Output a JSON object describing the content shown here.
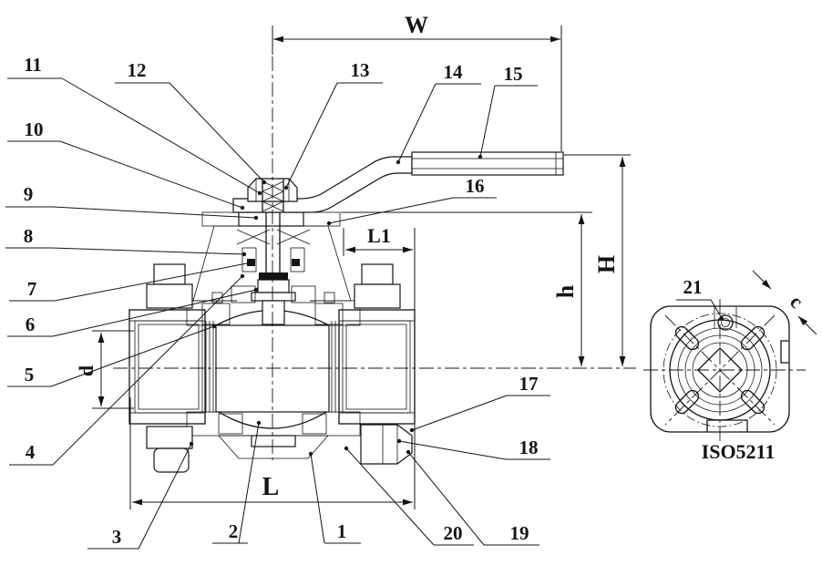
{
  "drawing": {
    "type": "ball-valve-cross-section-technical-drawing",
    "colors": {
      "line": "#141414",
      "background": "#ffffff"
    },
    "callouts": [
      "1",
      "2",
      "3",
      "4",
      "5",
      "6",
      "7",
      "8",
      "9",
      "10",
      "11",
      "12",
      "13",
      "14",
      "15",
      "16",
      "17",
      "18",
      "19",
      "20",
      "21"
    ],
    "dims": {
      "W": "W",
      "H": "H",
      "h": "h",
      "L": "L",
      "L1": "L1",
      "d": "d",
      "c": "c"
    },
    "flange_caption": "ISO5211"
  }
}
